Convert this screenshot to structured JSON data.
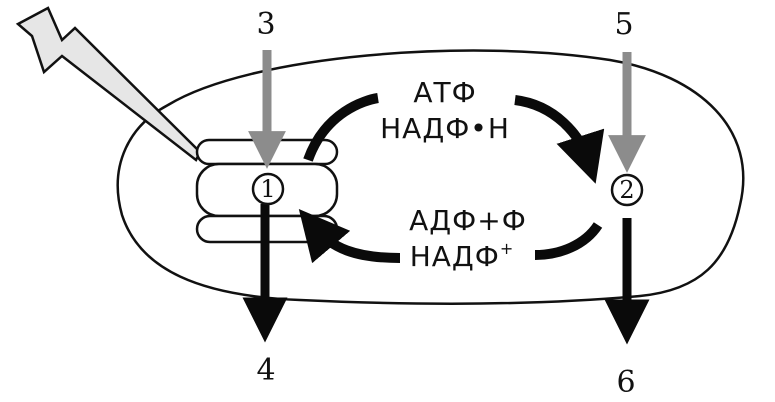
{
  "diagram": {
    "labels": {
      "input_top_left": "3",
      "input_top_right": "5",
      "output_bottom_left": "4",
      "output_bottom_right": "6",
      "stage_1": "1",
      "stage_2": "2"
    },
    "forward_compounds": {
      "line1": "АТФ",
      "line2": "НАДФ•Н"
    },
    "return_compounds": {
      "line1": "АДФ+Ф",
      "line2_base": "НАДФ",
      "line2_sup": "+"
    }
  },
  "colors": {
    "outline": "#111111",
    "gray_arrow": "#8c8c8c",
    "light_gray": "#d9d9d9",
    "black_arrow": "#0a0a0a"
  }
}
